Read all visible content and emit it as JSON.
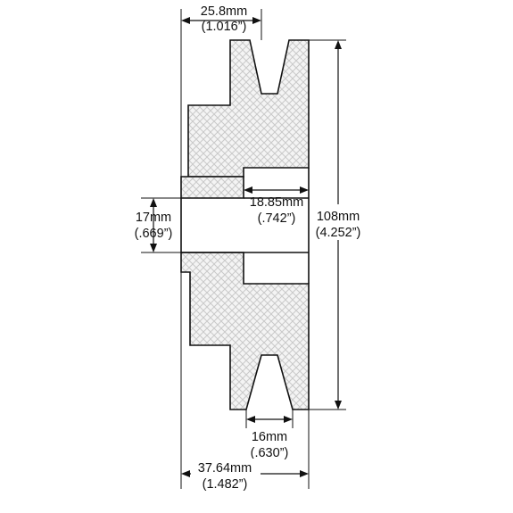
{
  "colors": {
    "line": "#111111",
    "hatch": "#c9c9c9",
    "fill": "#f4f4f4"
  },
  "dimensions": {
    "top_width": {
      "mm": "25.8mm",
      "inch": "(1.016”)"
    },
    "bore": {
      "mm": "18.85mm",
      "inch": "(.742”)"
    },
    "hub": {
      "mm": "17mm",
      "inch": "(.669”)"
    },
    "outer_diameter": {
      "mm": "108mm",
      "inch": "(4.252”)"
    },
    "groove": {
      "mm": "16mm",
      "inch": "(.630”)"
    },
    "overall_width": {
      "mm": "37.64mm",
      "inch": "(1.482”)"
    }
  }
}
